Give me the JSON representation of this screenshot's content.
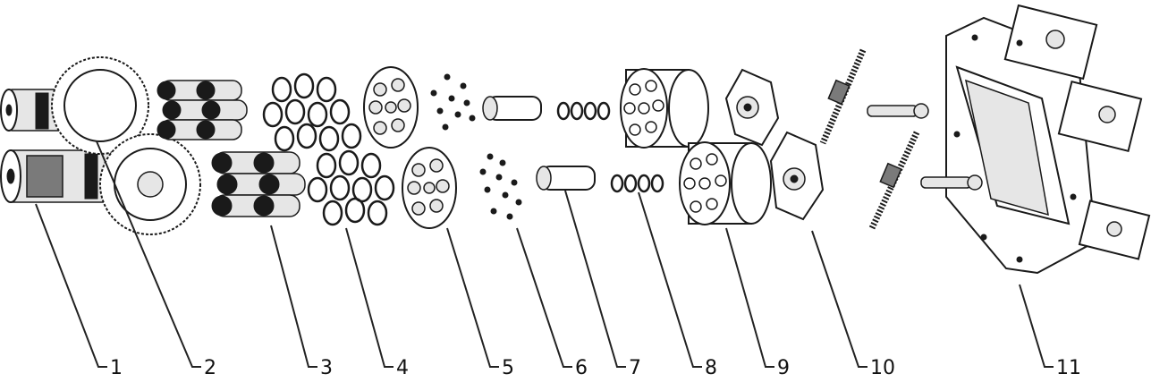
{
  "figure": {
    "type": "exploded-view",
    "callouts": [
      {
        "id": "1",
        "label": "1"
      },
      {
        "id": "2",
        "label": "2"
      },
      {
        "id": "3",
        "label": "3"
      },
      {
        "id": "4",
        "label": "4"
      },
      {
        "id": "5",
        "label": "5"
      },
      {
        "id": "6",
        "label": "6"
      },
      {
        "id": "7",
        "label": "7"
      },
      {
        "id": "8",
        "label": "8"
      },
      {
        "id": "9",
        "label": "9"
      },
      {
        "id": "10",
        "label": "10"
      },
      {
        "id": "11",
        "label": "11"
      }
    ]
  }
}
